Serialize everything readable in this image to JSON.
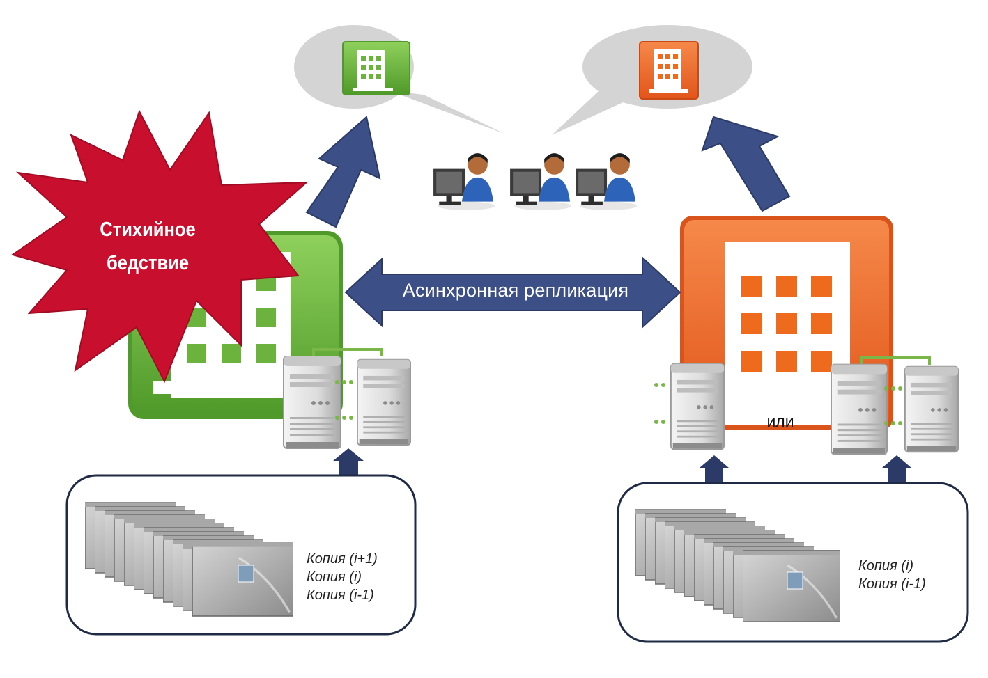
{
  "labels": {
    "disaster_line1": "Стихийное",
    "disaster_line2": "бедствие",
    "replication": "Асинхронная репликация",
    "or": "или"
  },
  "left_copies": [
    "Копия (i+1)",
    "Копия (i)",
    "Копия (i-1)"
  ],
  "right_copies": [
    "Копия (i)",
    "Копия (i-1)"
  ],
  "icons": {
    "primary_site": "green-building-icon",
    "backup_site": "orange-building-icon",
    "disaster": "explosion-star-icon",
    "users": "user-workstation-icon",
    "servers": "server-tower-icon",
    "snapshots": "snapshot-stack-icon"
  },
  "colors": {
    "green_site": "#6cb33e",
    "orange_site": "#ee6b1e",
    "disaster_red": "#c8102e",
    "arrow_navy": "#3c4f86",
    "bubble_gray": "#d4d4d4"
  }
}
